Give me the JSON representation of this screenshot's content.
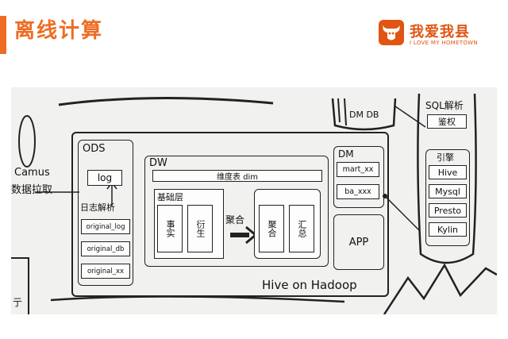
{
  "header": {
    "title": "离线计算",
    "accent_color": "#ee6c23"
  },
  "logo": {
    "name": "我爱我县",
    "tagline": "I LOVE MY HOMETOWN",
    "icon": "bull-head-icon",
    "color": "#e05512"
  },
  "diagram": {
    "camus": {
      "title": "Camus",
      "subtitle": "数据拉取"
    },
    "cluster_label": "Hive on Hadoop",
    "ods": {
      "title": "ODS",
      "log": "log",
      "parse": "日志解析",
      "items": [
        "original_log",
        "original_db",
        "original_xx"
      ]
    },
    "dw": {
      "title": "DW",
      "dim": "维度表 dim",
      "base_layer": "基础层",
      "fact": "事实",
      "derive": "衍生",
      "aggregate_arrow": "聚合",
      "agg": "聚合",
      "summary": "汇总"
    },
    "dm": {
      "title": "DM",
      "items": [
        "mart_xx",
        "ba_xxx"
      ]
    },
    "app": "APP",
    "dm_db": "DM DB",
    "sql": {
      "title": "SQL解析",
      "auth": "鉴权",
      "engine": "引擎",
      "engines": [
        "Hive",
        "Mysql",
        "Presto",
        "Kylin"
      ]
    },
    "edge_char": "亍"
  }
}
